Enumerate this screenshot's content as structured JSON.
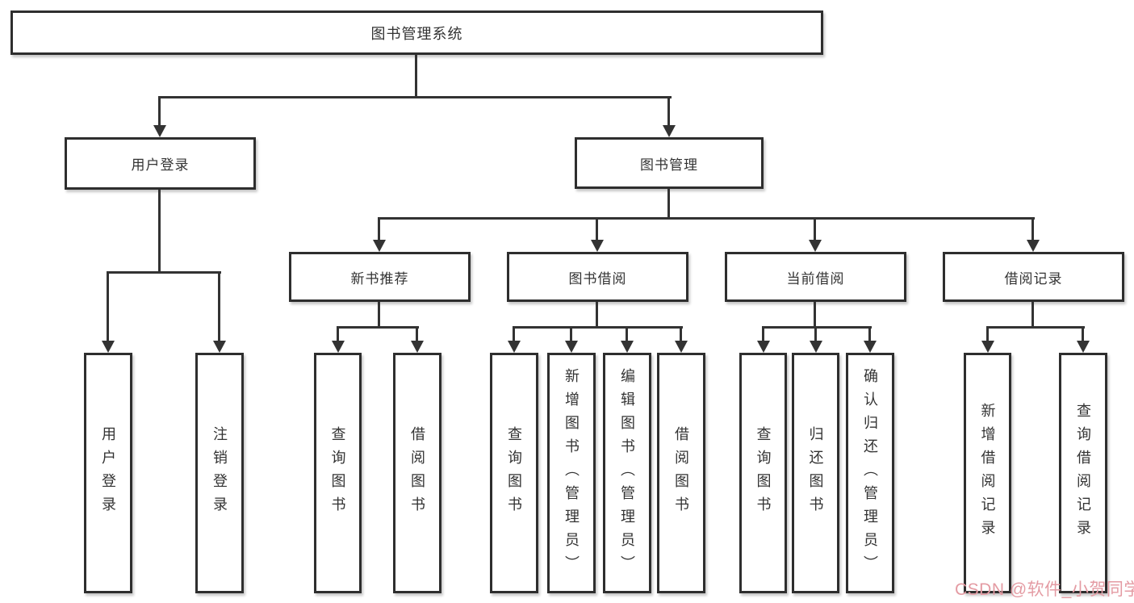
{
  "diagram_title": "图书管理系统",
  "nodes": {
    "root": {
      "label": "图书管理系统"
    },
    "level2": [
      {
        "label": "用户登录"
      },
      {
        "label": "图书管理"
      }
    ],
    "level3": [
      {
        "label": "新书推荐",
        "parent": "图书管理"
      },
      {
        "label": "图书借阅",
        "parent": "图书管理"
      },
      {
        "label": "当前借阅",
        "parent": "图书管理"
      },
      {
        "label": "借阅记录",
        "parent": "图书管理"
      }
    ],
    "leaves": [
      {
        "label": "用户登录",
        "parent": "用户登录"
      },
      {
        "label": "注销登录",
        "parent": "用户登录"
      },
      {
        "label": "查询图书",
        "parent": "新书推荐"
      },
      {
        "label": "借阅图书",
        "parent": "新书推荐"
      },
      {
        "label": "查询图书",
        "parent": "图书借阅"
      },
      {
        "label": "新增图书（管理员）",
        "parent": "图书借阅"
      },
      {
        "label": "编辑图书（管理员）",
        "parent": "图书借阅"
      },
      {
        "label": "借阅图书",
        "parent": "图书借阅"
      },
      {
        "label": "查询图书",
        "parent": "当前借阅"
      },
      {
        "label": "归还图书",
        "parent": "当前借阅"
      },
      {
        "label": "确认归还（管理员）",
        "parent": "当前借阅"
      },
      {
        "label": "新增借阅记录",
        "parent": "借阅记录"
      },
      {
        "label": "查询借阅记录",
        "parent": "借阅记录"
      }
    ]
  },
  "watermark": {
    "text": "CSDN @软件_小贺同学",
    "color": "#e49ba3"
  },
  "colors": {
    "line": "#333333",
    "box_border": "#2e2e2e",
    "text": "#333333",
    "background": "#ffffff"
  }
}
